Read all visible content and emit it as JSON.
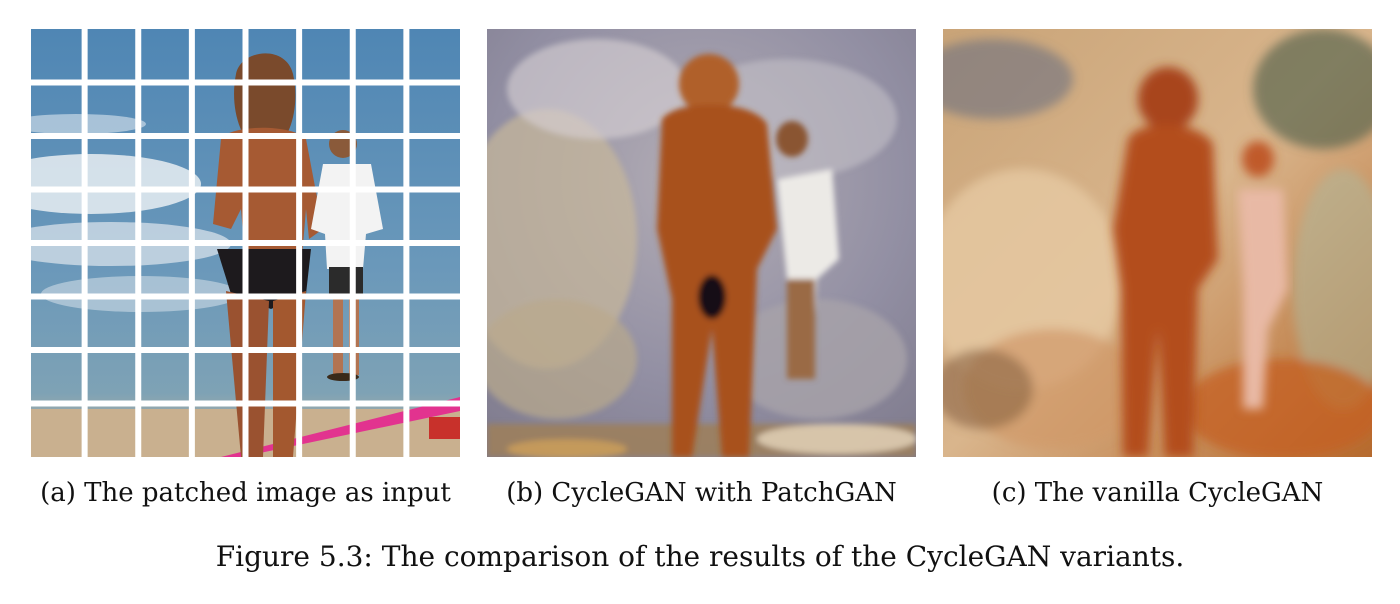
{
  "panels": [
    {
      "id": "a",
      "caption": "(a) The patched image as input"
    },
    {
      "id": "b",
      "caption": "(b) CycleGAN with PatchGAN"
    },
    {
      "id": "c",
      "caption": "(c) The vanilla CycleGAN"
    }
  ],
  "figure": {
    "caption": "Figure 5.3:   The comparison of the results of the CycleGAN variants."
  },
  "patch_grid": {
    "columns": 8,
    "rows": 8
  },
  "colors": {
    "sea": "#5d8db3",
    "sand": "#cdb79a",
    "surfboard": "#e2338f",
    "skin": "#a85a34",
    "paint_orange": "#b8521f",
    "paint_gray": "#9a98a8"
  }
}
